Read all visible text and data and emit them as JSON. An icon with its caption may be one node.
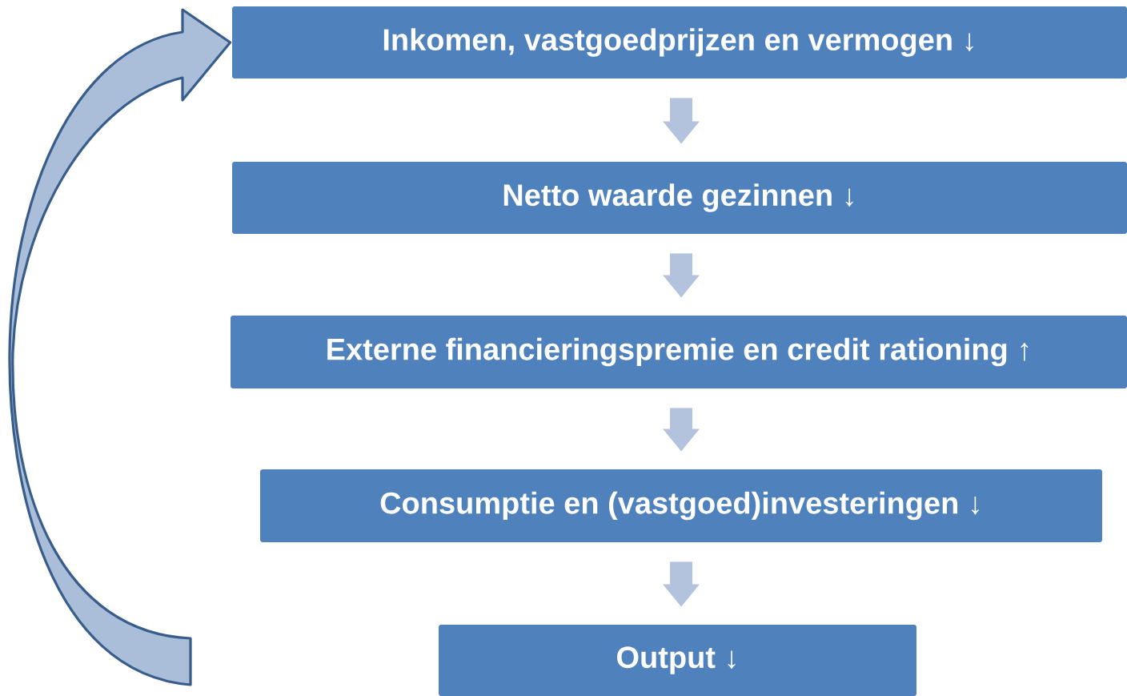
{
  "diagram": {
    "nodes": [
      {
        "text": [
          "Inkomen, vastgoedprijzen en vermogen ↓"
        ]
      },
      {
        "text": [
          "Netto waarde gezinnen ↓"
        ]
      },
      {
        "text": [
          "Externe financieringspremie en credit rationing ↑"
        ]
      },
      {
        "text": [
          "Consumptie en (vastgoed)investeringen ↓"
        ]
      },
      {
        "text": [
          "Output ↓"
        ]
      }
    ],
    "edges": [
      {
        "from": 0,
        "to": 1,
        "arrow": "to"
      },
      {
        "from": 1,
        "to": 2,
        "arrow": "to"
      },
      {
        "from": 2,
        "to": 3,
        "arrow": "to"
      },
      {
        "from": 3,
        "to": 4,
        "arrow": "to"
      },
      {
        "from": null,
        "to": 0,
        "arrow": "to",
        "style": "thick",
        "color": "#385d8a"
      }
    ]
  }
}
